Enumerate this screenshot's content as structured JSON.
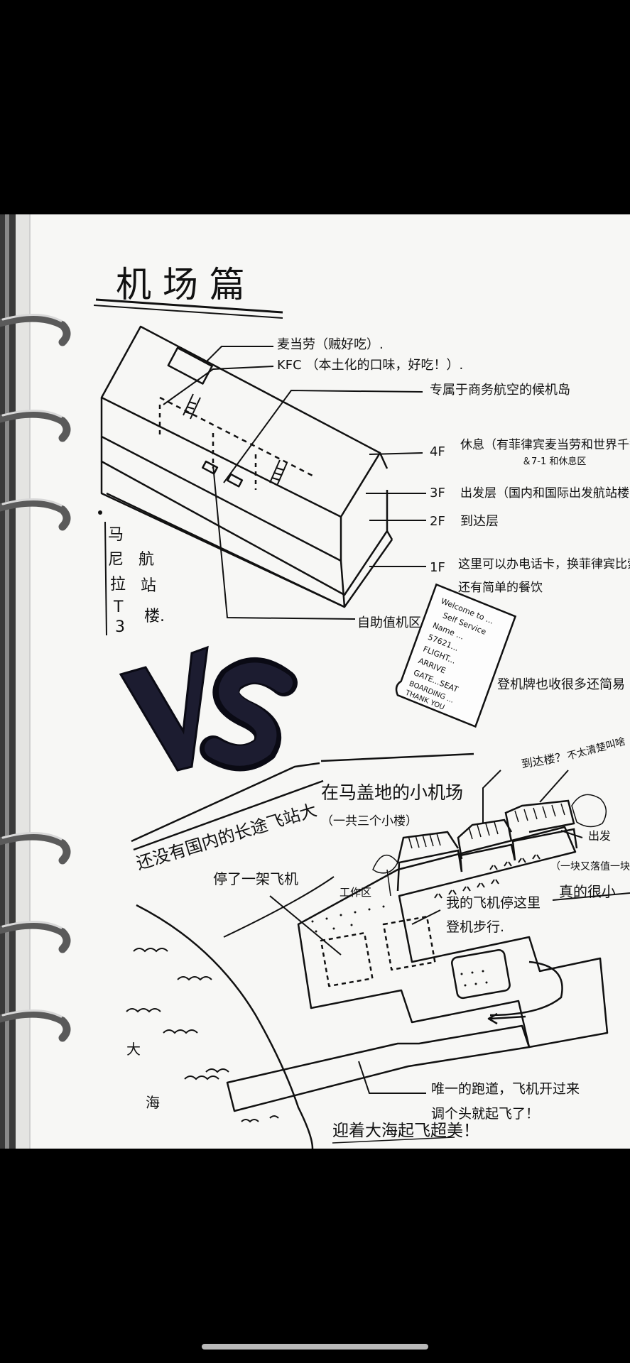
{
  "colors": {
    "background": "#000000",
    "paper": "#f7f7f5",
    "ink": "#111111",
    "vs_fill": "#1c1c30",
    "home_indicator": "#b9b9b9"
  },
  "notes": {
    "title": "机 场 篇",
    "upper": {
      "label_mcd": "麦当劳（贼好吃）.",
      "label_kfc": "KFC （本土化的口味，好吃！）.",
      "label_business": "专属于商务航空的候机岛",
      "floor_4f": "4F",
      "desc_4f": "休息（有菲律宾麦当劳和世界千等）",
      "desc_4f_b": "＆7-1 和休息区",
      "floor_3f": "3F",
      "desc_3f": "出发层（国内和国际出发航站楼）",
      "floor_2f": "2F",
      "desc_2f": "到达层",
      "floor_1f": "1F",
      "desc_1f": "这里可以办电话卡，换菲律宾比索",
      "desc_1f_b": "还有简单的餐饮",
      "side_text": [
        "马",
        "尼",
        "拉",
        "T",
        "3",
        "航",
        "站",
        "楼."
      ],
      "checkin_label": "自助值机区",
      "ticket_lines": [
        "Welcome to ...",
        "Self Service",
        "Name ...",
        "57621...",
        "FLIGHT...",
        "ARRIVE",
        "GATE...SEAT",
        "BOARDING ...",
        "THANK YOU"
      ],
      "boarding_pass_note": "登机牌也收很多还简易"
    },
    "vs": "VS",
    "lower": {
      "title_left": "还没有国内的长途飞站大",
      "title_right": "在马盖地的小机场",
      "subtitle": "（一共三个小楼）",
      "parked_plane": "停了一架飞机",
      "work_area": "工作区",
      "arrive": "到达楼？",
      "unclear": "不太清楚叫啥",
      "depart": "出发",
      "note_right_a": "（一块又落值一块",
      "note_right_b": "真的很小",
      "my_plane": "我的飞机停这里",
      "boarding": "登机步行.",
      "runway_note_a": "唯一的跑道，飞机开过来",
      "runway_note_b": "调个头就起飞了！",
      "sea_a": "大",
      "sea_b": "海",
      "closing": "迎着大海起飞超美！"
    }
  }
}
